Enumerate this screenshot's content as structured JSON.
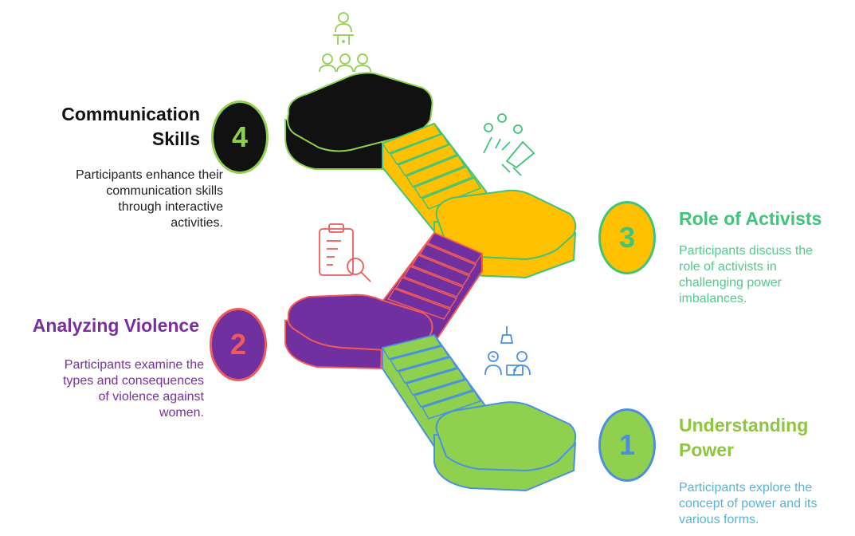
{
  "steps": {
    "s1": {
      "number": "1",
      "title_line1": "Understanding",
      "title_line2": "Power",
      "desc_line1": "Participants explore the",
      "desc_line2": "concept of power and its",
      "desc_line3": "various forms.",
      "color": "#8fd14f",
      "accent": "#4a90e2",
      "icon": "teacher-students-icon"
    },
    "s2": {
      "number": "2",
      "title": "Analyzing Violence",
      "desc_line1": "Participants examine the",
      "desc_line2": "types and consequences",
      "desc_line3": "of violence against",
      "desc_line4": "women.",
      "color": "#7030a0",
      "accent": "#f05a5a",
      "icon": "clipboard-magnifier-icon"
    },
    "s3": {
      "number": "3",
      "title": "Role of Activists",
      "desc_line1": "Participants discuss the",
      "desc_line2": "role of activists in",
      "desc_line3": "challenging power",
      "desc_line4": "imbalances.",
      "color": "#ffc000",
      "accent": "#3fc47a",
      "icon": "megaphone-crowd-icon"
    },
    "s4": {
      "number": "4",
      "title_line1": "Communication",
      "title_line2": "Skills",
      "desc_line1": "Participants enhance their",
      "desc_line2": "communication skills",
      "desc_line3": "through interactive",
      "desc_line4": "activities.",
      "color": "#111111",
      "accent": "#8fd14f",
      "icon": "presenter-audience-icon"
    }
  }
}
